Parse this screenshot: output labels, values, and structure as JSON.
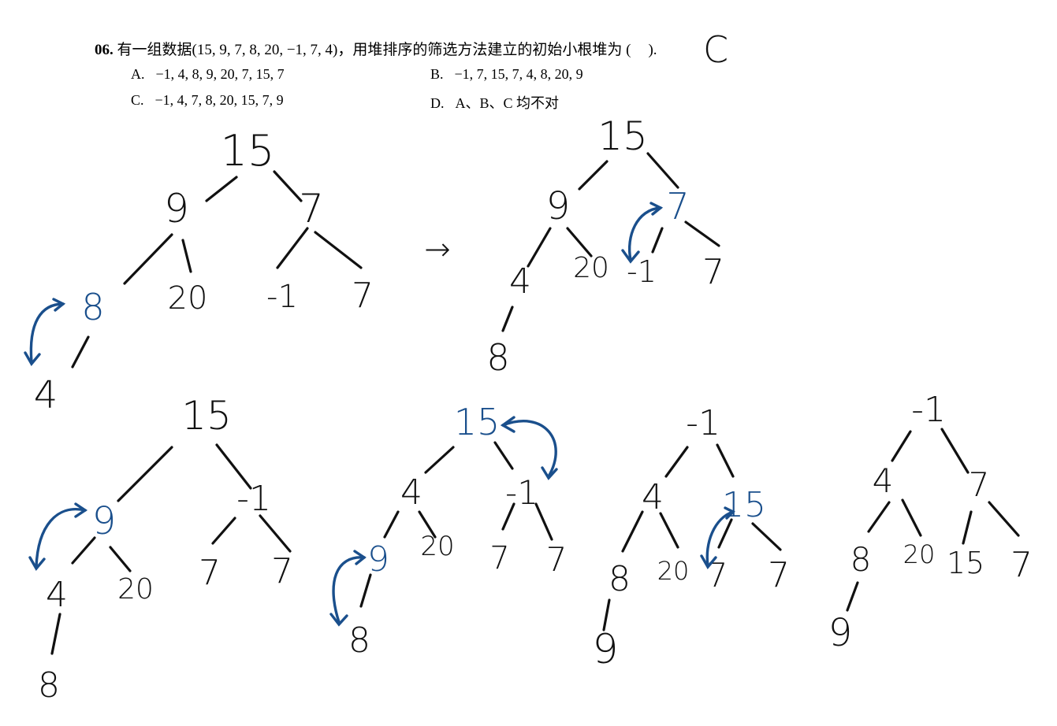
{
  "question": {
    "number": "06.",
    "text": "有一组数据(15, 9, 7, 8, 20, −1, 7, 4)，用堆排序的筛选方法建立的初始小根堆为 (",
    "close": ").",
    "answer": "C",
    "options": [
      {
        "label": "A.",
        "text": "−1, 4, 8, 9, 20, 7, 15, 7"
      },
      {
        "label": "B.",
        "text": "−1, 7, 15, 7, 4, 8, 20, 9"
      },
      {
        "label": "C.",
        "text": "−1, 4, 7, 8, 20, 15, 7, 9"
      },
      {
        "label": "D.",
        "text": "A、B、C 均不对"
      }
    ]
  },
  "arrow_text": "→",
  "trees": [
    {
      "id": "tree1",
      "nodes": [
        "15",
        "9",
        "7",
        "8",
        "20",
        "-1",
        "7",
        "4"
      ],
      "highlight": [
        "8"
      ]
    },
    {
      "id": "tree2",
      "nodes": [
        "15",
        "9",
        "7",
        "4",
        "20",
        "-1",
        "7",
        "8"
      ],
      "highlight": [
        "7"
      ]
    },
    {
      "id": "tree3",
      "nodes": [
        "15",
        "9",
        "-1",
        "4",
        "20",
        "7",
        "7",
        "8"
      ],
      "highlight": [
        "9"
      ]
    },
    {
      "id": "tree4",
      "nodes": [
        "15",
        "4",
        "-1",
        "9",
        "20",
        "7",
        "7",
        "8"
      ],
      "highlight": [
        "15",
        "9"
      ]
    },
    {
      "id": "tree5",
      "nodes": [
        "-1",
        "4",
        "15",
        "8",
        "20",
        "7",
        "7",
        "9"
      ],
      "highlight": [
        "15"
      ]
    },
    {
      "id": "tree6",
      "nodes": [
        "-1",
        "4",
        "7",
        "8",
        "20",
        "15",
        "7",
        "9"
      ],
      "highlight": []
    }
  ]
}
